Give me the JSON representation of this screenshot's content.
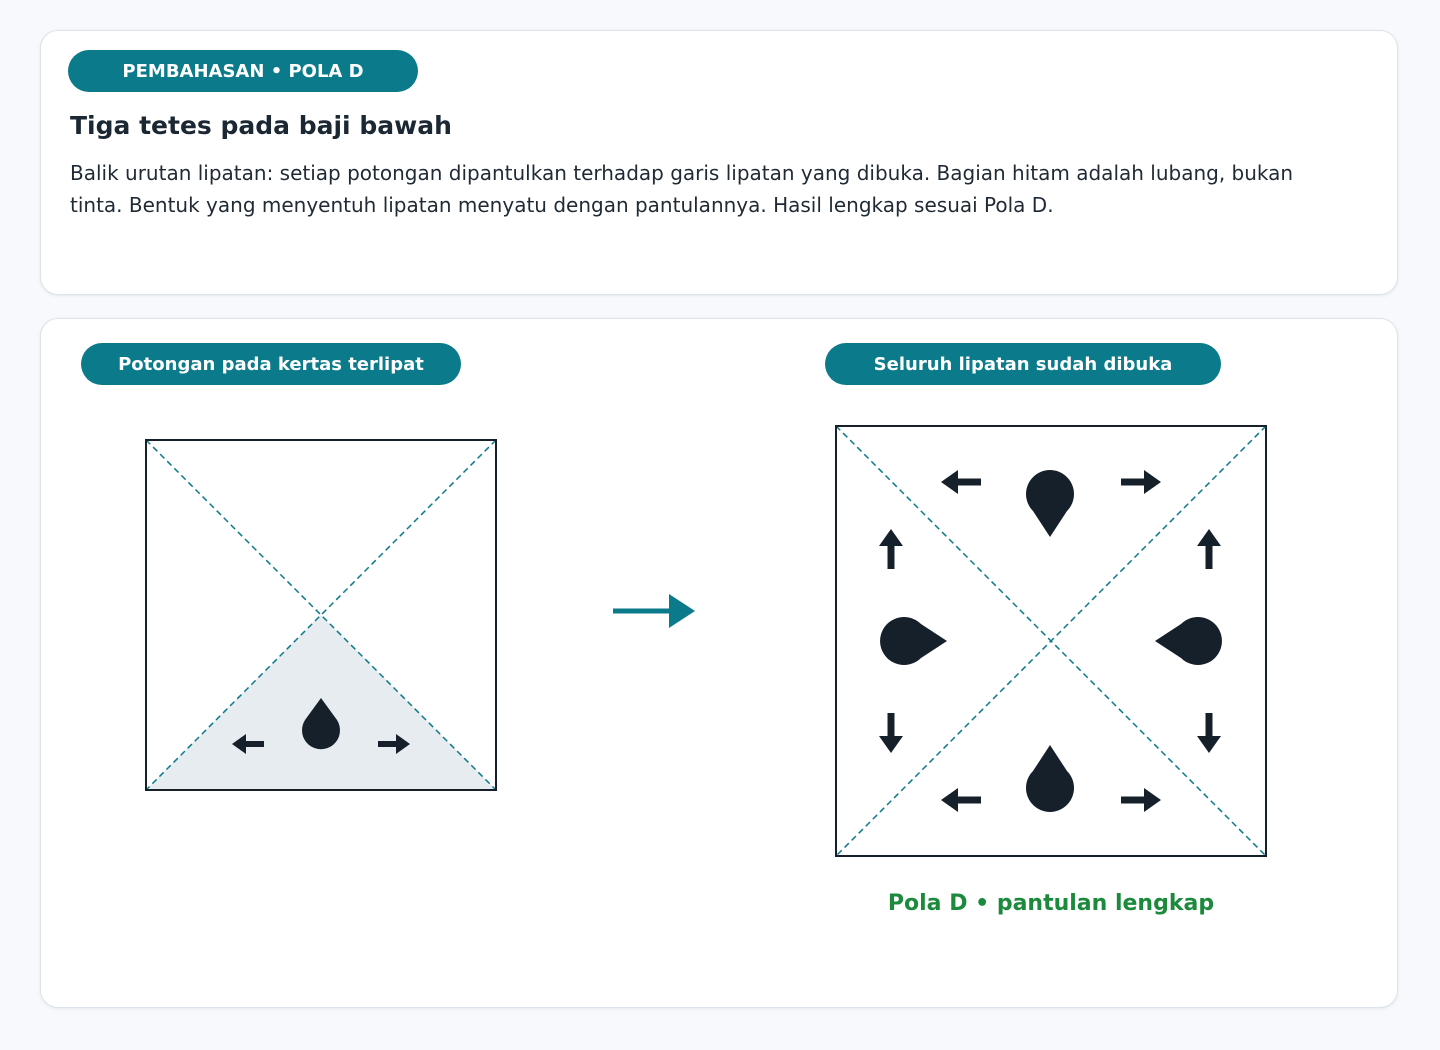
{
  "header": {
    "badge": "PEMBAHASAN • POLA D",
    "title": "Tiga tetes pada baji bawah",
    "description": "Balik urutan lipatan: setiap potongan dipantulkan terhadap garis lipatan yang dibuka. Bagian hitam adalah lubang, bukan tinta. Bentuk yang menyentuh lipatan menyatu dengan pantulannya. Hasil lengkap sesuai Pola D."
  },
  "panels": {
    "folded_label": "Potongan pada kertas terlipat",
    "unfolded_label": "Seluruh lipatan sudah dibuka",
    "result_label": "Pola D • pantulan lengkap"
  },
  "colors": {
    "accent": "#0b7a8a",
    "hole": "#16202a",
    "shaded_wedge": "#e6ecf0",
    "result_text": "#1c8a3c"
  },
  "icons": {
    "transition": "arrow-right-icon"
  }
}
